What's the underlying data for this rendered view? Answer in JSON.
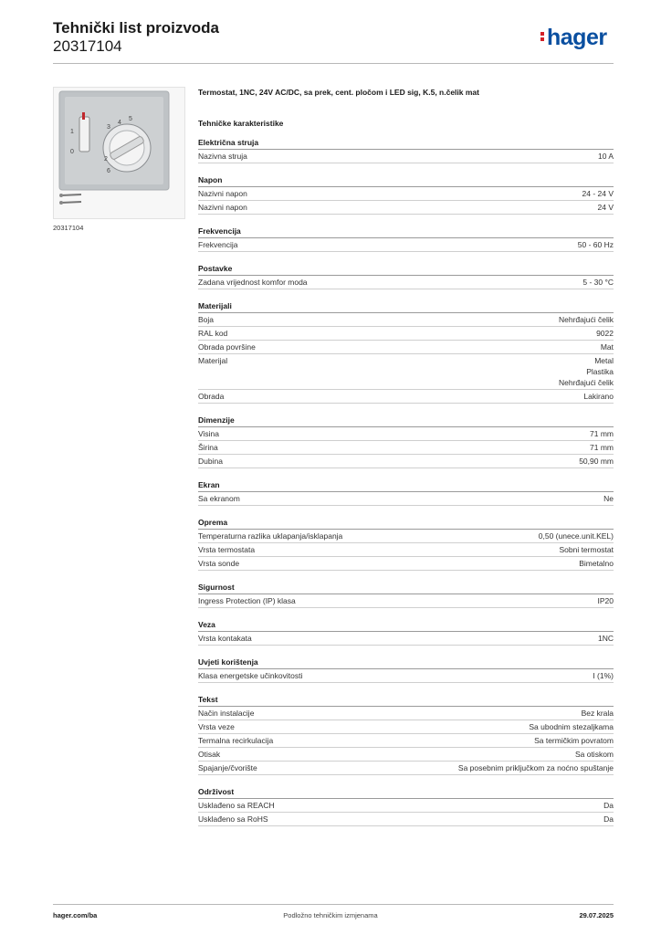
{
  "header": {
    "title": "Tehnički list proizvoda",
    "code": "20317104",
    "brand": "hager"
  },
  "photo_caption": "20317104",
  "product": {
    "title": "Termostat, 1NC, 24V AC/DC, sa prek, cent. pločom i LED sig, K.5, n.čelik mat",
    "section_heading": "Tehničke karakteristike"
  },
  "groups": [
    {
      "title": "Električna struja",
      "rows": [
        {
          "label": "Nazivna struja",
          "value": [
            "10 A"
          ]
        }
      ]
    },
    {
      "title": "Napon",
      "rows": [
        {
          "label": "Nazivni napon",
          "value": [
            "24 - 24 V"
          ]
        },
        {
          "label": "Nazivni napon",
          "value": [
            "24 V"
          ]
        }
      ]
    },
    {
      "title": "Frekvencija",
      "rows": [
        {
          "label": "Frekvencija",
          "value": [
            "50 - 60 Hz"
          ]
        }
      ]
    },
    {
      "title": "Postavke",
      "rows": [
        {
          "label": "Zadana vrijednost komfor moda",
          "value": [
            "5 - 30 °C"
          ]
        }
      ]
    },
    {
      "title": "Materijali",
      "rows": [
        {
          "label": "Boja",
          "value": [
            "Nehrđajući čelik"
          ]
        },
        {
          "label": "RAL kod",
          "value": [
            "9022"
          ]
        },
        {
          "label": "Obrada površine",
          "value": [
            "Mat"
          ]
        },
        {
          "label": "Materijal",
          "value": [
            "Metal",
            "Plastika",
            "Nehrđajući čelik"
          ]
        },
        {
          "label": "Obrada",
          "value": [
            "Lakirano"
          ]
        }
      ]
    },
    {
      "title": "Dimenzije",
      "rows": [
        {
          "label": "Visina",
          "value": [
            "71 mm"
          ]
        },
        {
          "label": "Širina",
          "value": [
            "71 mm"
          ]
        },
        {
          "label": "Dubina",
          "value": [
            "50,90 mm"
          ]
        }
      ]
    },
    {
      "title": "Ekran",
      "rows": [
        {
          "label": "Sa ekranom",
          "value": [
            "Ne"
          ]
        }
      ]
    },
    {
      "title": "Oprema",
      "rows": [
        {
          "label": "Temperaturna razlika uklapanja/isklapanja",
          "value": [
            "0,50 (unece.unit.KEL)"
          ]
        },
        {
          "label": "Vrsta termostata",
          "value": [
            "Sobni termostat"
          ]
        },
        {
          "label": "Vrsta sonde",
          "value": [
            "Bimetalno"
          ]
        }
      ]
    },
    {
      "title": "Sigurnost",
      "rows": [
        {
          "label": "Ingress Protection (IP) klasa",
          "value": [
            "IP20"
          ]
        }
      ]
    },
    {
      "title": "Veza",
      "rows": [
        {
          "label": "Vrsta kontakata",
          "value": [
            "1NC"
          ]
        }
      ]
    },
    {
      "title": "Uvjeti korištenja",
      "rows": [
        {
          "label": "Klasa energetske učinkovitosti",
          "value": [
            "I (1%)"
          ]
        }
      ]
    },
    {
      "title": "Tekst",
      "rows": [
        {
          "label": "Način instalacije",
          "value": [
            "Bez krala"
          ]
        },
        {
          "label": "Vrsta veze",
          "value": [
            "Sa ubodnim stezaljkama"
          ]
        },
        {
          "label": "Termalna recirkulacija",
          "value": [
            "Sa termičkim povratom"
          ]
        },
        {
          "label": "Otisak",
          "value": [
            "Sa otiskom"
          ]
        },
        {
          "label": "Spajanje/čvorište",
          "value": [
            "Sa posebnim priključkom za noćno spuštanje"
          ]
        }
      ]
    },
    {
      "title": "Održivost",
      "rows": [
        {
          "label": "Usklađeno sa REACH",
          "value": [
            "Da"
          ]
        },
        {
          "label": "Usklađeno sa RoHS",
          "value": [
            "Da"
          ]
        }
      ]
    }
  ],
  "footer": {
    "left": "hager.com/ba",
    "center": "Podložno tehničkim izmjenama",
    "right": "29.07.2025"
  },
  "colors": {
    "brand_blue": "#0a4fa0",
    "brand_red": "#d32027"
  },
  "dial_labels": [
    "5",
    "4",
    "3",
    "2",
    "1",
    "6"
  ]
}
